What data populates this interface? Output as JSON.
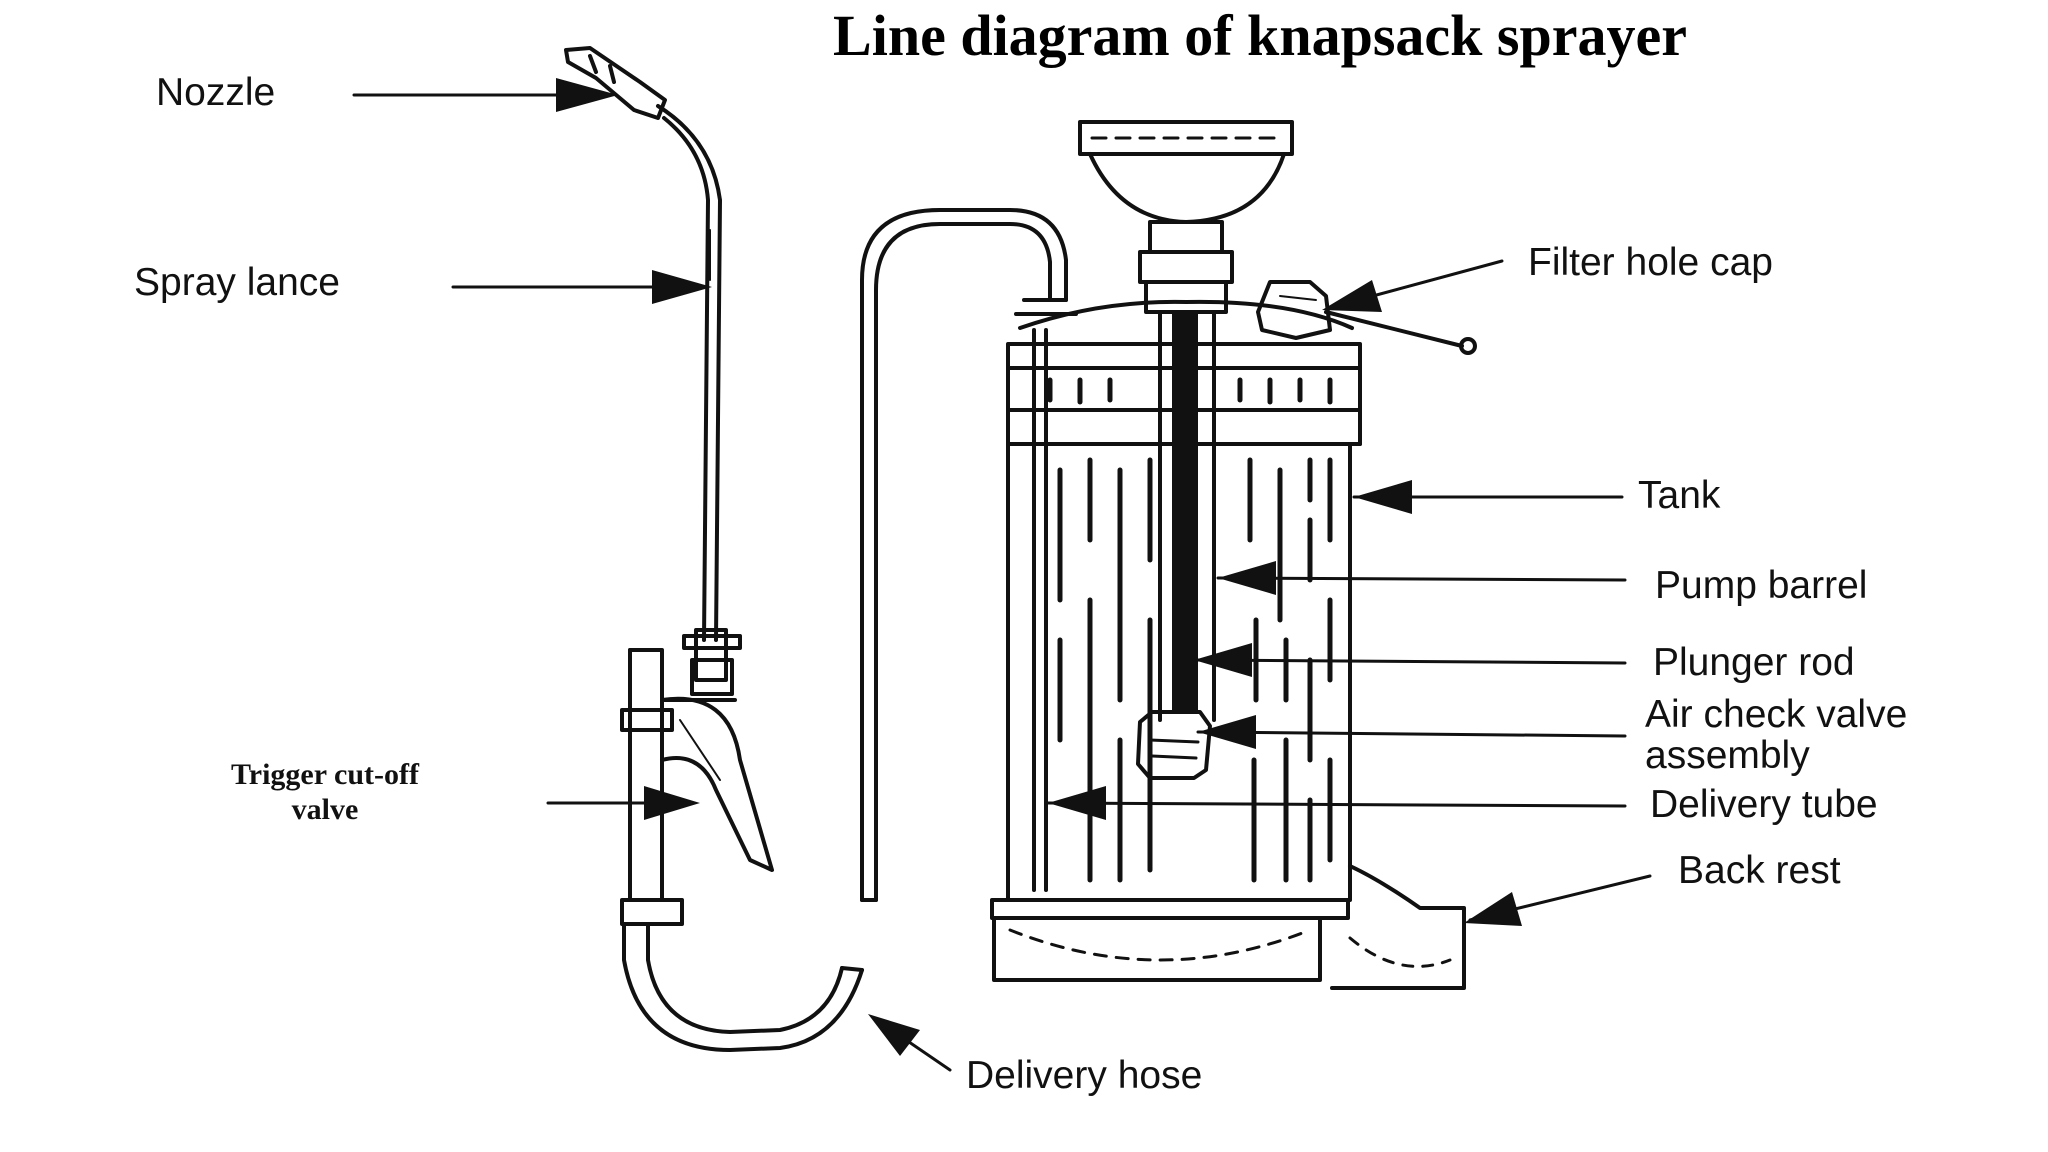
{
  "title": "Line diagram of knapsack sprayer",
  "labels": {
    "nozzle": "Nozzle",
    "spray_lance": "Spray lance",
    "trigger_line1": "Trigger cut-off",
    "trigger_line2": "valve",
    "filter_hole_cap": "Filter hole cap",
    "tank": "Tank",
    "pump_barrel": "Pump barrel",
    "plunger_rod": "Plunger rod",
    "air_check_line1": "Air check valve",
    "air_check_line2": "assembly",
    "delivery_tube": "Delivery tube",
    "back_rest": "Back rest",
    "delivery_hose": "Delivery hose"
  }
}
